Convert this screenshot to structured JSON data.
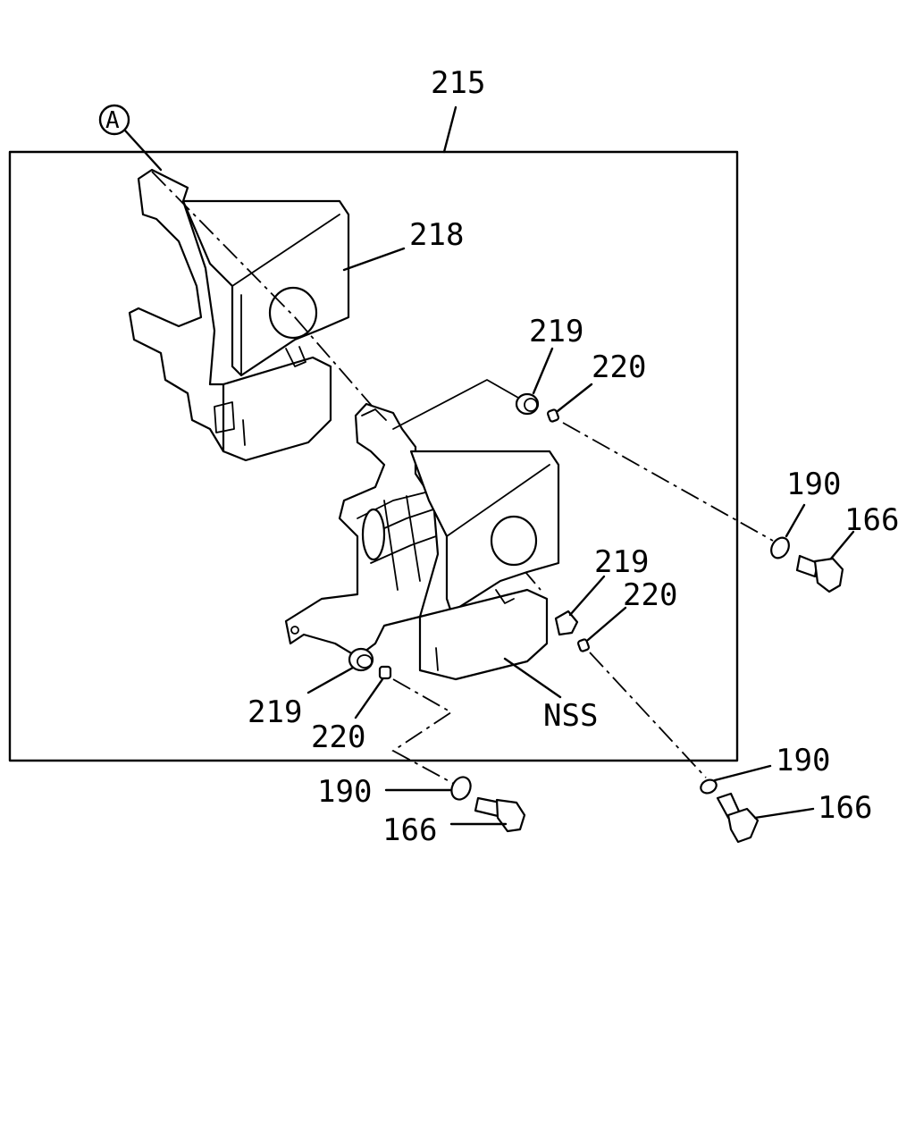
{
  "diagram": {
    "callouts": [
      {
        "id": "callout-215",
        "text": "215"
      },
      {
        "id": "callout-218",
        "text": "218"
      },
      {
        "id": "callout-219-top",
        "text": "219"
      },
      {
        "id": "callout-220-top",
        "text": "220"
      },
      {
        "id": "callout-190-right",
        "text": "190"
      },
      {
        "id": "callout-166-right",
        "text": "166"
      },
      {
        "id": "callout-219-mid",
        "text": "219"
      },
      {
        "id": "callout-220-mid",
        "text": "220"
      },
      {
        "id": "callout-219-left",
        "text": "219"
      },
      {
        "id": "callout-220-left",
        "text": "220"
      },
      {
        "id": "callout-nss",
        "text": "NSS"
      },
      {
        "id": "callout-190-bottom-right",
        "text": "190"
      },
      {
        "id": "callout-166-bottom-right",
        "text": "166"
      },
      {
        "id": "callout-190-bottom-left",
        "text": "190"
      },
      {
        "id": "callout-166-bottom-left",
        "text": "166"
      }
    ],
    "reference_marker": "A"
  }
}
